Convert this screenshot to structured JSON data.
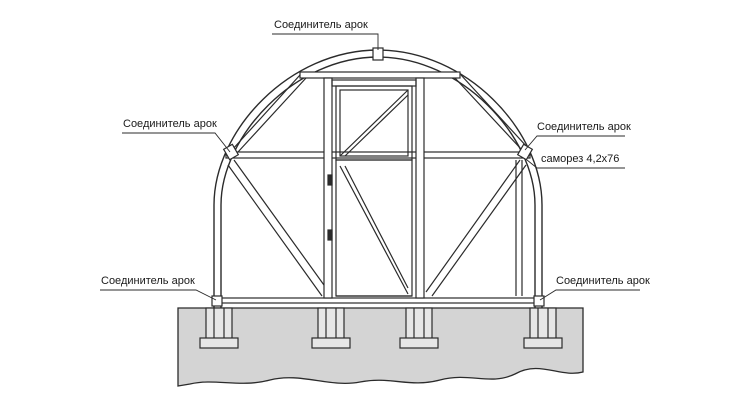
{
  "labels": {
    "top": "Соединитель арок",
    "upper_left": "Соединитель арок",
    "upper_right": "Соединитель арок",
    "screw": "саморез 4,2х76",
    "lower_left": "Соединитель арок",
    "lower_right": "Соединитель арок"
  },
  "colors": {
    "line": "#2b2b2b",
    "ground_fill": "#d4d4d4",
    "background": "#ffffff"
  }
}
